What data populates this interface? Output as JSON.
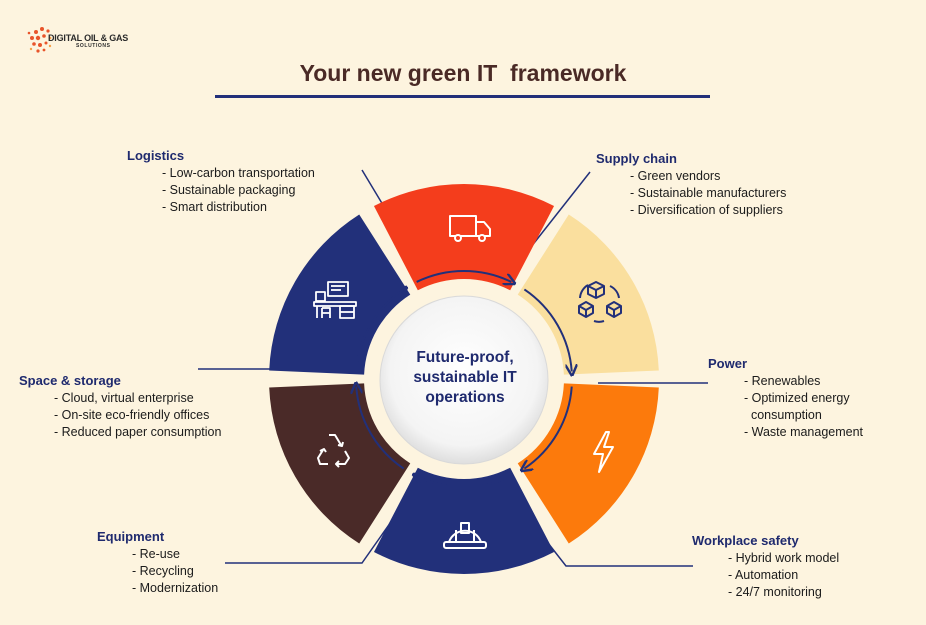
{
  "logo": {
    "name": "DIGITAL OIL & GAS",
    "sub": "SOLUTIONS"
  },
  "title": "Your new green IT  framework",
  "center": {
    "line1": "Future-proof,",
    "line2": "sustainable IT",
    "line3": "operations"
  },
  "colors": {
    "background": "#fdf4df",
    "navy": "#22307a",
    "red": "#f43d1c",
    "sand": "#fadf9e",
    "orange": "#fc7a0c",
    "brown": "#4a2a28"
  },
  "segments": [
    {
      "name": "Supply chain",
      "items": [
        "- Green vendors",
        "- Sustainable manufacturers",
        "- Diversification of suppliers"
      ],
      "icon": "boxes-cycle-icon",
      "color": "#fadf9e"
    },
    {
      "name": "Power",
      "items": [
        "- Renewables",
        "- Optimized energy",
        "  consumption",
        "- Waste management"
      ],
      "icon": "lightning-icon",
      "color": "#fc7a0c"
    },
    {
      "name": "Workplace safety",
      "items": [
        "- Hybrid work model",
        "- Automation",
        "- 24/7 monitoring"
      ],
      "icon": "hard-hat-icon",
      "color": "#22307a"
    },
    {
      "name": "Equipment",
      "items": [
        "- Re-use",
        "- Recycling",
        "- Modernization"
      ],
      "icon": "recycle-icon",
      "color": "#4a2a28"
    },
    {
      "name": "Space & storage",
      "items": [
        "- Cloud, virtual enterprise",
        "- On-site eco-friendly offices",
        "- Reduced paper consumption"
      ],
      "icon": "office-desk-icon",
      "color": "#22307a"
    },
    {
      "name": "Logistics",
      "items": [
        "- Low-carbon transportation",
        "- Sustainable packaging",
        "- Smart distribution"
      ],
      "icon": "truck-icon",
      "color": "#f43d1c"
    }
  ]
}
